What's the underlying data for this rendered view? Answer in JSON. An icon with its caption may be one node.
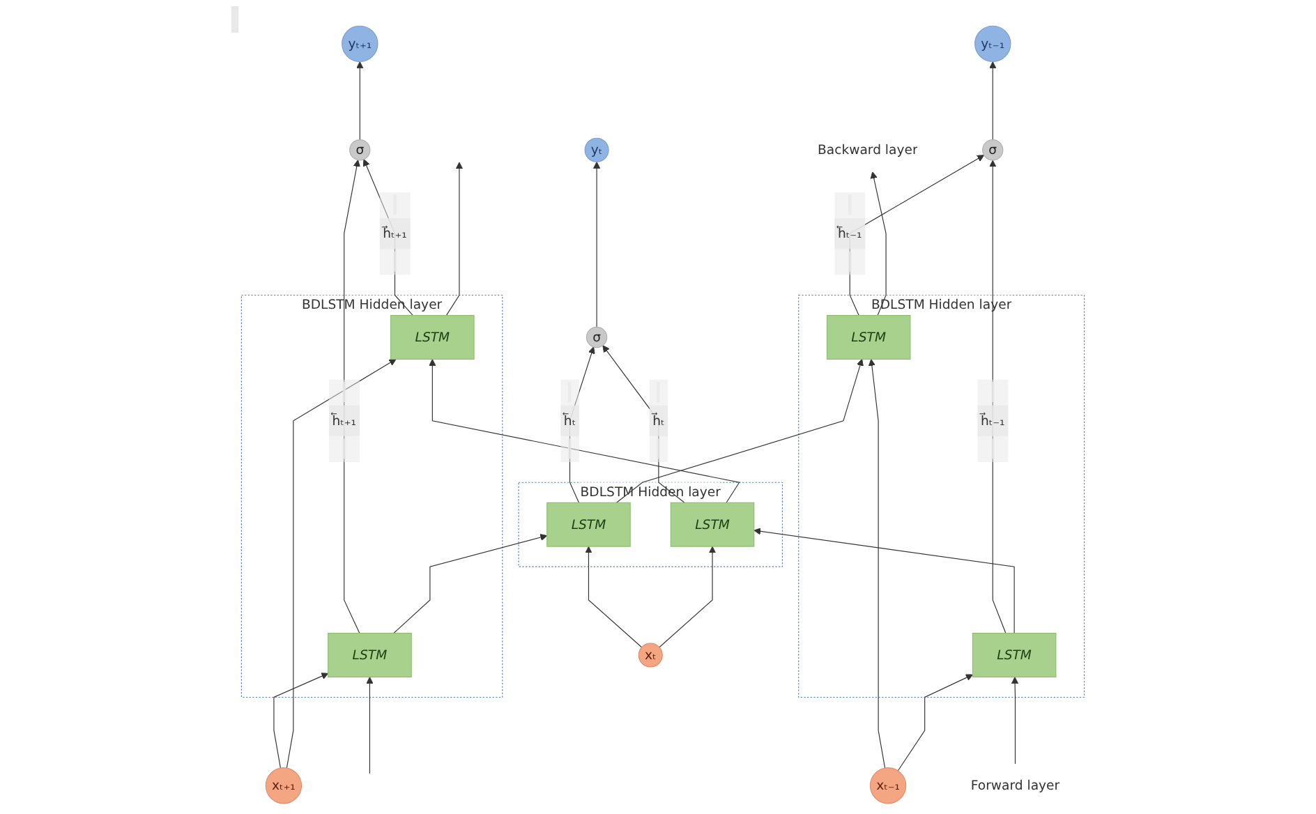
{
  "diagram": {
    "nodes": [
      {
        "text": [
          "yₜ₋₁"
        ]
      },
      {
        "text": [
          "yₜ"
        ]
      },
      {
        "text": [
          "yₜ₊₁"
        ]
      },
      {
        "text": [
          "σ"
        ]
      },
      {
        "text": [
          "σ"
        ]
      },
      {
        "text": [
          "σ"
        ]
      },
      {
        "text": [
          "Forward layer"
        ]
      },
      {
        "text": [
          "BDLSTM Hidden layer"
        ]
      },
      {
        "text": [
          "LSTM"
        ],
        "in": 7
      },
      {
        "text": [
          "LSTM"
        ],
        "in": 7
      },
      {
        "text": [
          "BDLSTM Hidden layer"
        ]
      },
      {
        "text": [
          "LSTM"
        ],
        "in": 10
      },
      {
        "text": [
          "LSTM"
        ],
        "in": 10
      },
      {
        "text": [
          "BDLSTM Hidden layer"
        ]
      },
      {
        "text": [
          "LSTM"
        ],
        "in": 13
      },
      {
        "text": [
          "LSTM"
        ],
        "in": 13
      },
      {
        "text": [
          "Backward layer"
        ]
      },
      {
        "text": [
          "xₜ₋₁"
        ]
      },
      {
        "text": [
          "xₜ"
        ]
      },
      {
        "text": [
          "xₜ₊₁"
        ]
      }
    ],
    "edges": [
      {
        "from": 6,
        "to": 8,
        "arrow": "to"
      },
      {
        "from": 8,
        "to": 11,
        "arrow": "to"
      },
      {
        "from": 11,
        "to": 14,
        "arrow": "to"
      },
      {
        "from": 14,
        "to": null,
        "arrow": "to"
      },
      {
        "from": null,
        "to": 15,
        "arrow": "to"
      },
      {
        "from": 15,
        "to": 12,
        "arrow": "to"
      },
      {
        "from": 12,
        "to": 9,
        "arrow": "to"
      },
      {
        "from": 9,
        "to": 16,
        "arrow": "to"
      },
      {
        "from": 17,
        "to": 8,
        "arrow": "to"
      },
      {
        "from": 17,
        "to": 9,
        "arrow": "to"
      },
      {
        "from": 8,
        "to": 3,
        "label": "h⃗ₜ₋₁",
        "arrow": "to"
      },
      {
        "from": 9,
        "to": 3,
        "label": "h⃖ₜ₋₁",
        "arrow": "to"
      },
      {
        "from": 3,
        "to": 0,
        "arrow": "to"
      },
      {
        "from": 18,
        "to": 11,
        "arrow": "to"
      },
      {
        "from": 18,
        "to": 12,
        "arrow": "to"
      },
      {
        "from": 11,
        "to": 4,
        "label": "h⃗ₜ",
        "arrow": "to"
      },
      {
        "from": 12,
        "to": 4,
        "label": "h⃖ₜ",
        "arrow": "to"
      },
      {
        "from": 4,
        "to": 1,
        "arrow": "to"
      },
      {
        "from": 19,
        "to": 14,
        "arrow": "to"
      },
      {
        "from": 19,
        "to": 15,
        "arrow": "to"
      },
      {
        "from": 14,
        "to": 5,
        "label": "h⃗ₜ₊₁",
        "arrow": "to"
      },
      {
        "from": 15,
        "to": 5,
        "label": "h⃖ₜ₊₁",
        "arrow": "to"
      },
      {
        "from": 5,
        "to": 2,
        "arrow": "to"
      }
    ]
  }
}
